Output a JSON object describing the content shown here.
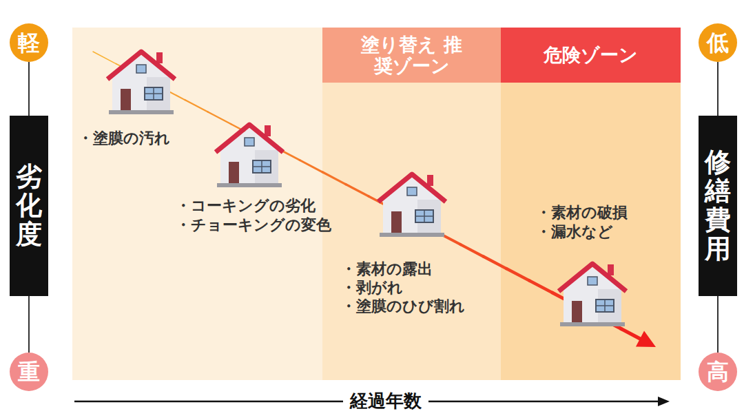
{
  "diagram": {
    "nodes": [
      {
        "text": [
          "軽"
        ]
      },
      {
        "text": [
          "劣化度"
        ]
      },
      {
        "text": [
          "重"
        ]
      },
      {
        "text": [
          "塗り替え 推奨ゾーン"
        ]
      },
      {
        "text": [
          "危険ゾーン"
        ]
      },
      {
        "text": [
          "低"
        ]
      },
      {
        "text": [
          "修繕費用"
        ]
      },
      {
        "text": [
          "高"
        ]
      }
    ],
    "edges": [
      {
        "from": 0,
        "to": 1,
        "arrow": "none"
      },
      {
        "from": 1,
        "to": 2,
        "arrow": "none"
      },
      {
        "from": 5,
        "to": 6,
        "arrow": "none"
      },
      {
        "from": 6,
        "to": 7,
        "arrow": "none"
      }
    ],
    "labels": [
      "・塗膜の汚れ",
      "・コーキングの劣化",
      "・チョーキングの変色",
      "・素材の露出",
      "・剥がれ",
      "・塗膜のひび割れ",
      "・素材の破損",
      "・漏水など",
      "経過年数"
    ]
  }
}
